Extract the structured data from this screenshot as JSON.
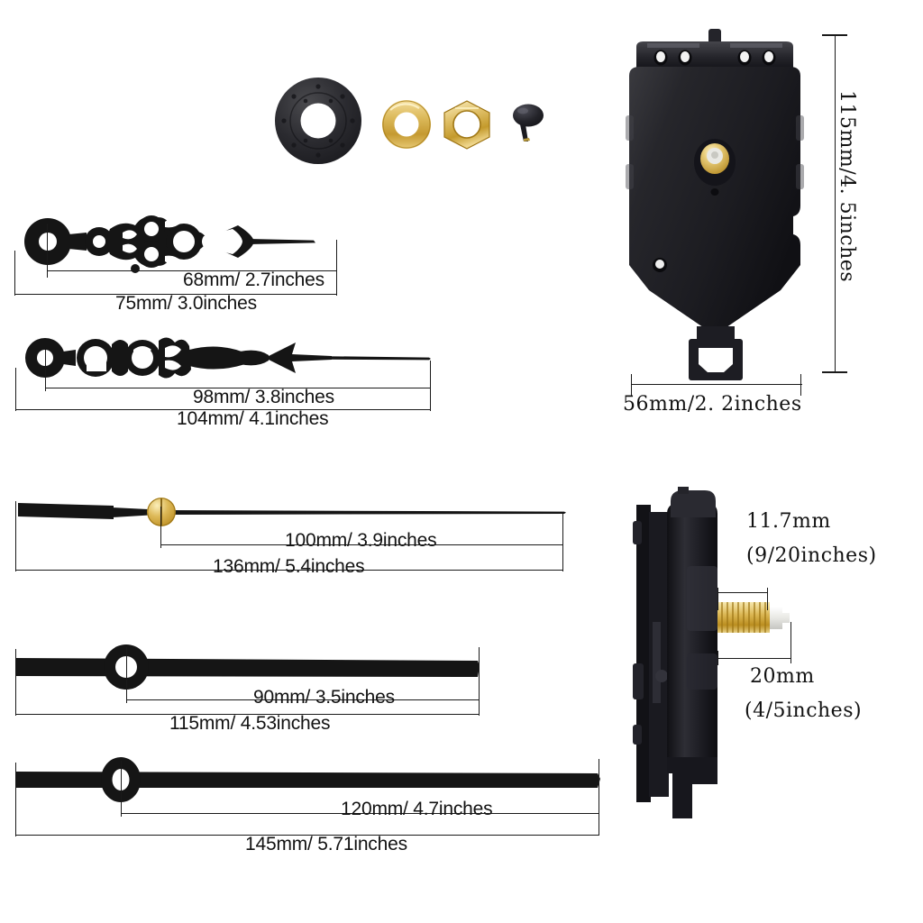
{
  "document": {
    "type": "product-dimension-diagram",
    "subject": "Pendulum clock movement kit with clock hands and mounting hardware",
    "background_color": "#ffffff",
    "part_color": "#151515",
    "brass_color": "#d4a83c"
  },
  "hardware": {
    "label": "mounting hardware set",
    "parts": [
      {
        "name": "rubber-washer",
        "finish": "black",
        "shape": "dimpled-ring"
      },
      {
        "name": "brass-flat-washer",
        "finish": "brass",
        "shape": "ring"
      },
      {
        "name": "brass-hex-nut",
        "finish": "brass",
        "shape": "hexagon-ring"
      },
      {
        "name": "hand-nut-cap",
        "finish": "black",
        "shape": "domed-cap-with-pin"
      }
    ]
  },
  "hands": [
    {
      "id": "hour-hand-ornate",
      "style": "ornate filigree hour hand",
      "inner_dimension": "68mm/ 2.7inches",
      "outer_dimension": "75mm/ 3.0inches"
    },
    {
      "id": "minute-hand-ornate",
      "style": "ornate filigree minute hand",
      "inner_dimension": "98mm/ 3.8inches",
      "outer_dimension": "104mm/ 4.1inches"
    },
    {
      "id": "second-hand",
      "style": "thin sweep second hand with counterweight and brass hub",
      "inner_dimension": "100mm/ 3.9inches",
      "outer_dimension": "136mm/ 5.4inches"
    },
    {
      "id": "hour-hand-bar",
      "style": "straight bar hour hand",
      "inner_dimension": "90mm/ 3.5inches",
      "outer_dimension": "115mm/ 4.53inches"
    },
    {
      "id": "minute-hand-bar",
      "style": "straight bar minute hand",
      "inner_dimension": "120mm/ 4.7inches",
      "outer_dimension": "145mm/ 5.71inches"
    }
  ],
  "movement_front": {
    "id": "pendulum-clock-movement-front-view",
    "height_dimension": "115mm/4. 5inches",
    "width_dimension": "56mm/2. 2inches",
    "features": [
      "top mounting flange with four screw holes",
      "centre brass threaded shaft",
      "shield shaped body",
      "bottom pendulum hanger bracket"
    ]
  },
  "movement_side": {
    "id": "pendulum-clock-movement-side-view",
    "shaft_thread_dimension": "11.7mm",
    "shaft_thread_dimension_inches": "(9/20inches)",
    "shaft_total_dimension": "20mm",
    "shaft_total_dimension_inches": "(4/5inches)"
  }
}
